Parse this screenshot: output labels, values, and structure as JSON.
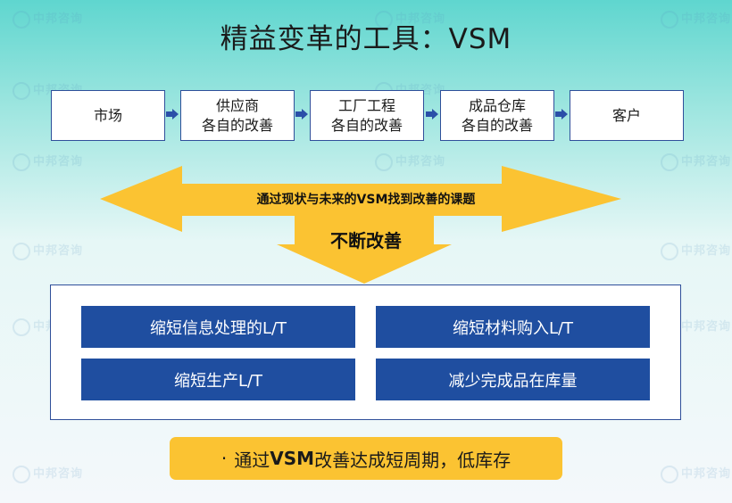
{
  "title": "精益变革的工具：VSM",
  "flow_steps": [
    {
      "line1": "市场",
      "line2": ""
    },
    {
      "line1": "供应商",
      "line2": "各自的改善"
    },
    {
      "line1": "工厂工程",
      "line2": "各自的改善"
    },
    {
      "line1": "成品仓库",
      "line2": "各自的改善"
    },
    {
      "line1": "客户",
      "line2": ""
    }
  ],
  "banner_text": "通过现状与未来的VSM找到改善的课题",
  "center_label": "不断改善",
  "results": [
    "缩短信息处理的L/T",
    "缩短材料购入L/T",
    "缩短生产L/T",
    "减少完成品在库量"
  ],
  "summary": {
    "bullet": "·",
    "prefix": "通过",
    "emphasis": "VSM",
    "suffix": "改善达成短周期，低库存"
  },
  "watermark_text": "中邦咨询",
  "colors": {
    "box_border": "#2f4f9a",
    "result_fill": "#1f4ea0",
    "arrow_yellow": "#fbc332",
    "small_arrow": "#2a4fa8"
  }
}
